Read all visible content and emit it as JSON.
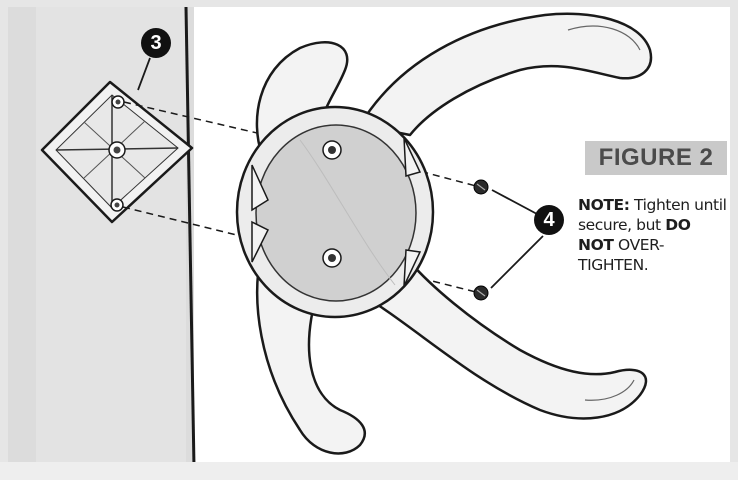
{
  "figure": {
    "label": "FIGURE 2"
  },
  "note": {
    "prefix": "NOTE:",
    "text1": " Tighten until secure, but ",
    "emphasis": "DO NOT",
    "text2": " OVER-TIGHTEN."
  },
  "callouts": [
    {
      "number": "3",
      "target": "mounting-bracket"
    },
    {
      "number": "4",
      "target": "screws"
    }
  ],
  "colors": {
    "wall": "#dcdcdc",
    "hub": "#cfcfcf",
    "arm": "#f4f4f4",
    "line": "#1a1a1a",
    "label_bg": "#c9c9c9"
  }
}
